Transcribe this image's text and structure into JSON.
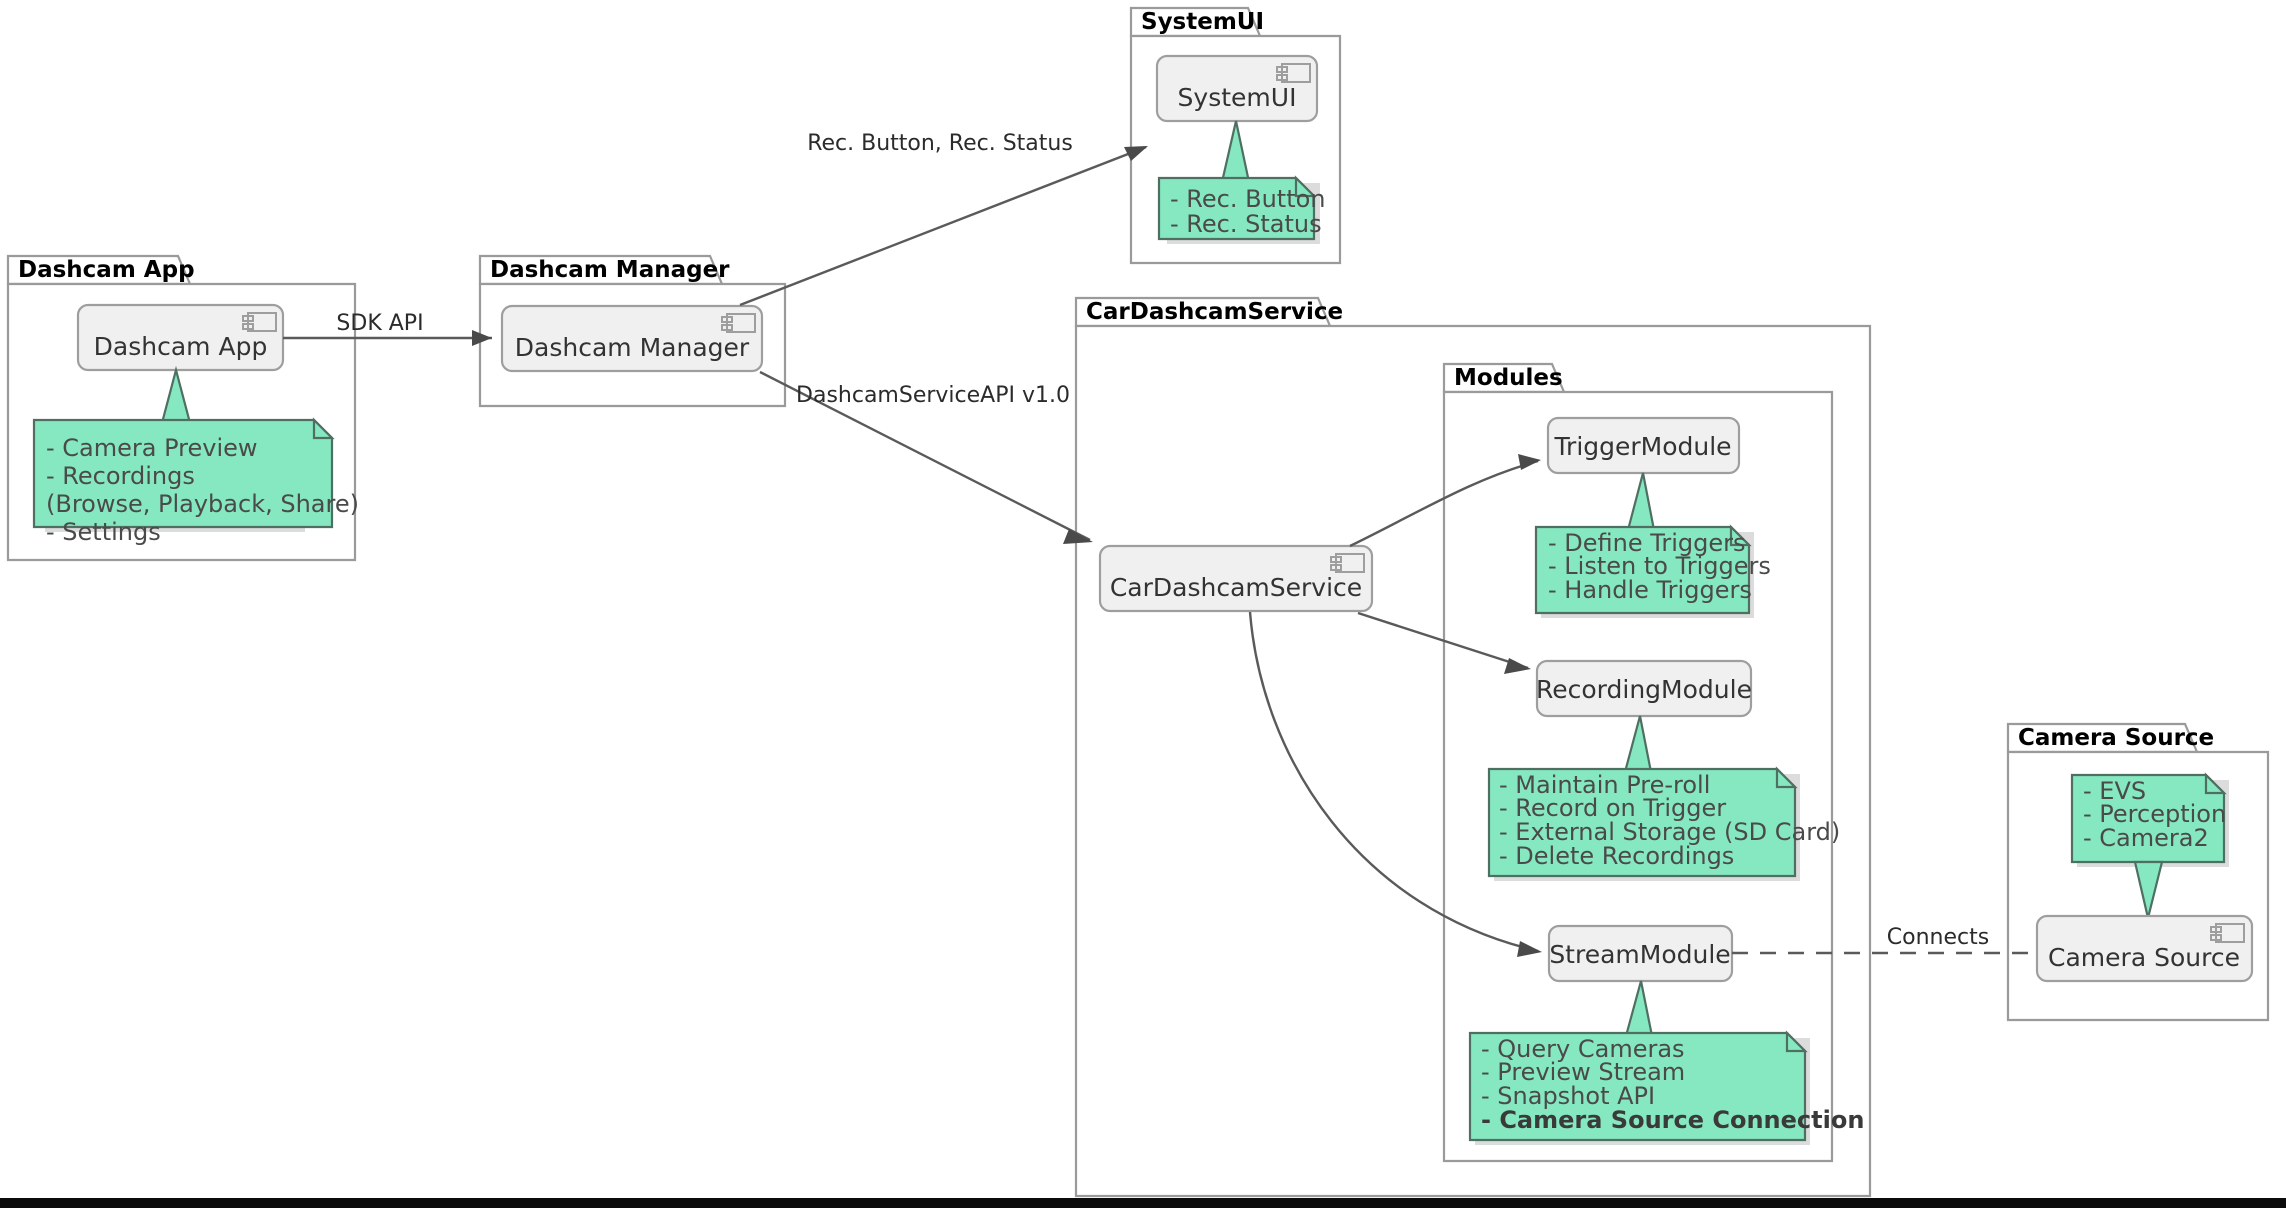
{
  "diagram": {
    "type": "uml-component-diagram",
    "title": "Dashcam architecture component diagram",
    "colors": {
      "note_fill": "#85E8C0",
      "note_border": "#4F6F63",
      "component_fill": "#F0F0F0",
      "component_border": "#9E9E9E",
      "package_border": "#9A9A9A",
      "edge": "#5A5A5A",
      "background": "#FFFFFF"
    }
  },
  "packages": [
    {
      "id": "dashcam-app",
      "label": "Dashcam App"
    },
    {
      "id": "dashcam-manager",
      "label": "Dashcam Manager"
    },
    {
      "id": "systemui",
      "label": "SystemUI"
    },
    {
      "id": "cardashcamservice",
      "label": "CarDashcamService"
    },
    {
      "id": "modules",
      "label": "Modules"
    },
    {
      "id": "camera-source",
      "label": "Camera Source"
    }
  ],
  "components": [
    {
      "id": "dashcam-app",
      "label": "Dashcam App",
      "has_icon": true
    },
    {
      "id": "dashcam-manager",
      "label": "Dashcam Manager",
      "has_icon": true
    },
    {
      "id": "systemui",
      "label": "SystemUI",
      "has_icon": true
    },
    {
      "id": "cardashcamservice",
      "label": "CarDashcamService",
      "has_icon": true
    },
    {
      "id": "triggermodule",
      "label": "TriggerModule",
      "has_icon": false
    },
    {
      "id": "recordingmodule",
      "label": "RecordingModule",
      "has_icon": false
    },
    {
      "id": "streammodule",
      "label": "StreamModule",
      "has_icon": false
    },
    {
      "id": "camera-source",
      "label": "Camera Source",
      "has_icon": true
    }
  ],
  "notes": [
    {
      "id": "note-dashcam-app",
      "attached_to": "dashcam-app",
      "lines": [
        {
          "text": "- Camera Preview",
          "bold": false
        },
        {
          "text": "- Recordings",
          "bold": false
        },
        {
          "text": "  (Browse, Playback, Share)",
          "bold": false
        },
        {
          "text": "- Settings",
          "bold": false
        }
      ]
    },
    {
      "id": "note-systemui",
      "attached_to": "systemui",
      "lines": [
        {
          "text": "- Rec. Button",
          "bold": false
        },
        {
          "text": "- Rec. Status",
          "bold": false
        }
      ]
    },
    {
      "id": "note-triggermodule",
      "attached_to": "triggermodule",
      "lines": [
        {
          "text": "- Define Triggers",
          "bold": false
        },
        {
          "text": "- Listen to Triggers",
          "bold": false
        },
        {
          "text": "- Handle Triggers",
          "bold": false
        }
      ]
    },
    {
      "id": "note-recordingmodule",
      "attached_to": "recordingmodule",
      "lines": [
        {
          "text": "- Maintain Pre-roll",
          "bold": false
        },
        {
          "text": "- Record on Trigger",
          "bold": false
        },
        {
          "text": "- External Storage (SD Card)",
          "bold": false
        },
        {
          "text": "- Delete Recordings",
          "bold": false
        }
      ]
    },
    {
      "id": "note-streammodule",
      "attached_to": "streammodule",
      "lines": [
        {
          "text": "- Query Cameras",
          "bold": false
        },
        {
          "text": "- Preview Stream",
          "bold": false
        },
        {
          "text": "- Snapshot API",
          "bold": false
        },
        {
          "text": "- Camera Source Connection",
          "bold": true
        }
      ]
    },
    {
      "id": "note-camera-source",
      "attached_to": "camera-source",
      "lines": [
        {
          "text": "- EVS",
          "bold": false
        },
        {
          "text": "- Perception",
          "bold": false
        },
        {
          "text": "- Camera2",
          "bold": false
        }
      ]
    }
  ],
  "edges": [
    {
      "id": "edge-app-to-manager",
      "from": "dashcam-app",
      "to": "dashcam-manager",
      "label": "SDK API",
      "style": "solid-arrow"
    },
    {
      "id": "edge-manager-to-systemui",
      "from": "dashcam-manager",
      "to": "systemui",
      "label": "Rec. Button, Rec. Status",
      "style": "solid-arrow"
    },
    {
      "id": "edge-manager-to-service",
      "from": "dashcam-manager",
      "to": "cardashcamservice",
      "label": "DashcamServiceAPI v1.0",
      "style": "solid-arrow"
    },
    {
      "id": "edge-service-to-trigger",
      "from": "cardashcamservice",
      "to": "triggermodule",
      "label": "",
      "style": "solid-arrow"
    },
    {
      "id": "edge-service-to-recording",
      "from": "cardashcamservice",
      "to": "recordingmodule",
      "label": "",
      "style": "solid-arrow"
    },
    {
      "id": "edge-service-to-stream",
      "from": "cardashcamservice",
      "to": "streammodule",
      "label": "",
      "style": "solid-arrow"
    },
    {
      "id": "edge-stream-to-camera",
      "from": "streammodule",
      "to": "camera-source",
      "label": "Connects",
      "style": "dashed"
    }
  ]
}
